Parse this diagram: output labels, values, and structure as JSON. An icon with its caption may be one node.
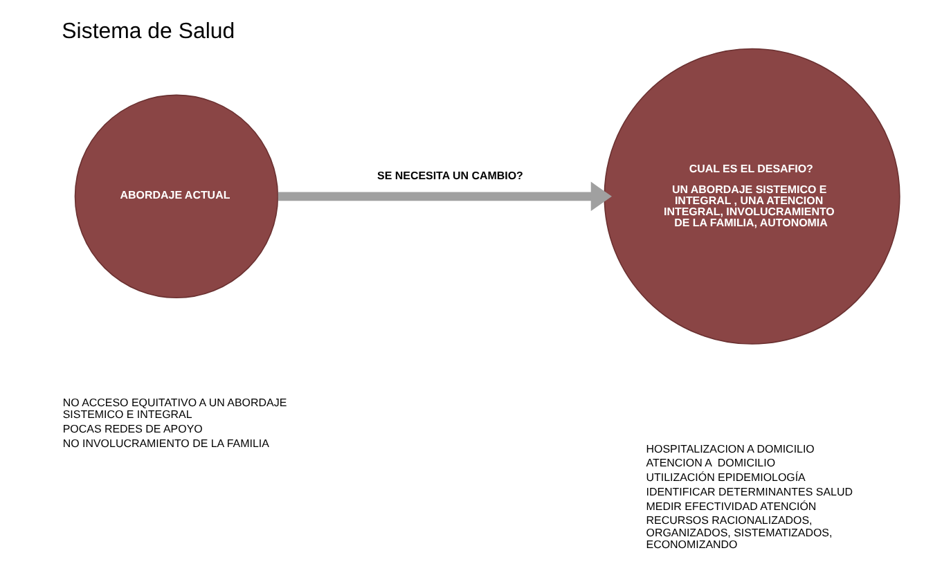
{
  "diagram": {
    "title": "Sistema de Salud",
    "nodes": [
      {
        "text": [
          "ABORDAJE ACTUAL"
        ],
        "beside": [
          "NO ACCESO EQUITATIVO A UN ABORDAJE SISTEMICO E INTEGRAL",
          "POCAS REDES DE APOYO",
          "NO INVOLUCRAMIENTO DE LA FAMILIA"
        ]
      },
      {
        "text": [
          "CUAL ES EL DESAFIO?",
          "UN ABORDAJE SISTEMICO E INTEGRAL , UNA ATENCION INTEGRAL, INVOLUCRAMIENTO DE LA FAMILIA, AUTONOMIA"
        ],
        "beside": [
          "HOSPITALIZACION A DOMICILIO",
          "ATENCION A  DOMICILIO",
          "UTILIZACIÓN EPIDEMIOLOGÍA",
          "IDENTIFICAR DETERMINANTES SALUD",
          "MEDIR EFECTIVIDAD ATENCIÓN",
          "RECURSOS RACIONALIZADOS, ORGANIZADOS, SISTEMATIZADOS, ECONOMIZANDO"
        ]
      }
    ],
    "edges": [
      {
        "from": 0,
        "to": 1,
        "arrow": "to",
        "label": "SE NECESITA UN CAMBIO?"
      }
    ]
  }
}
